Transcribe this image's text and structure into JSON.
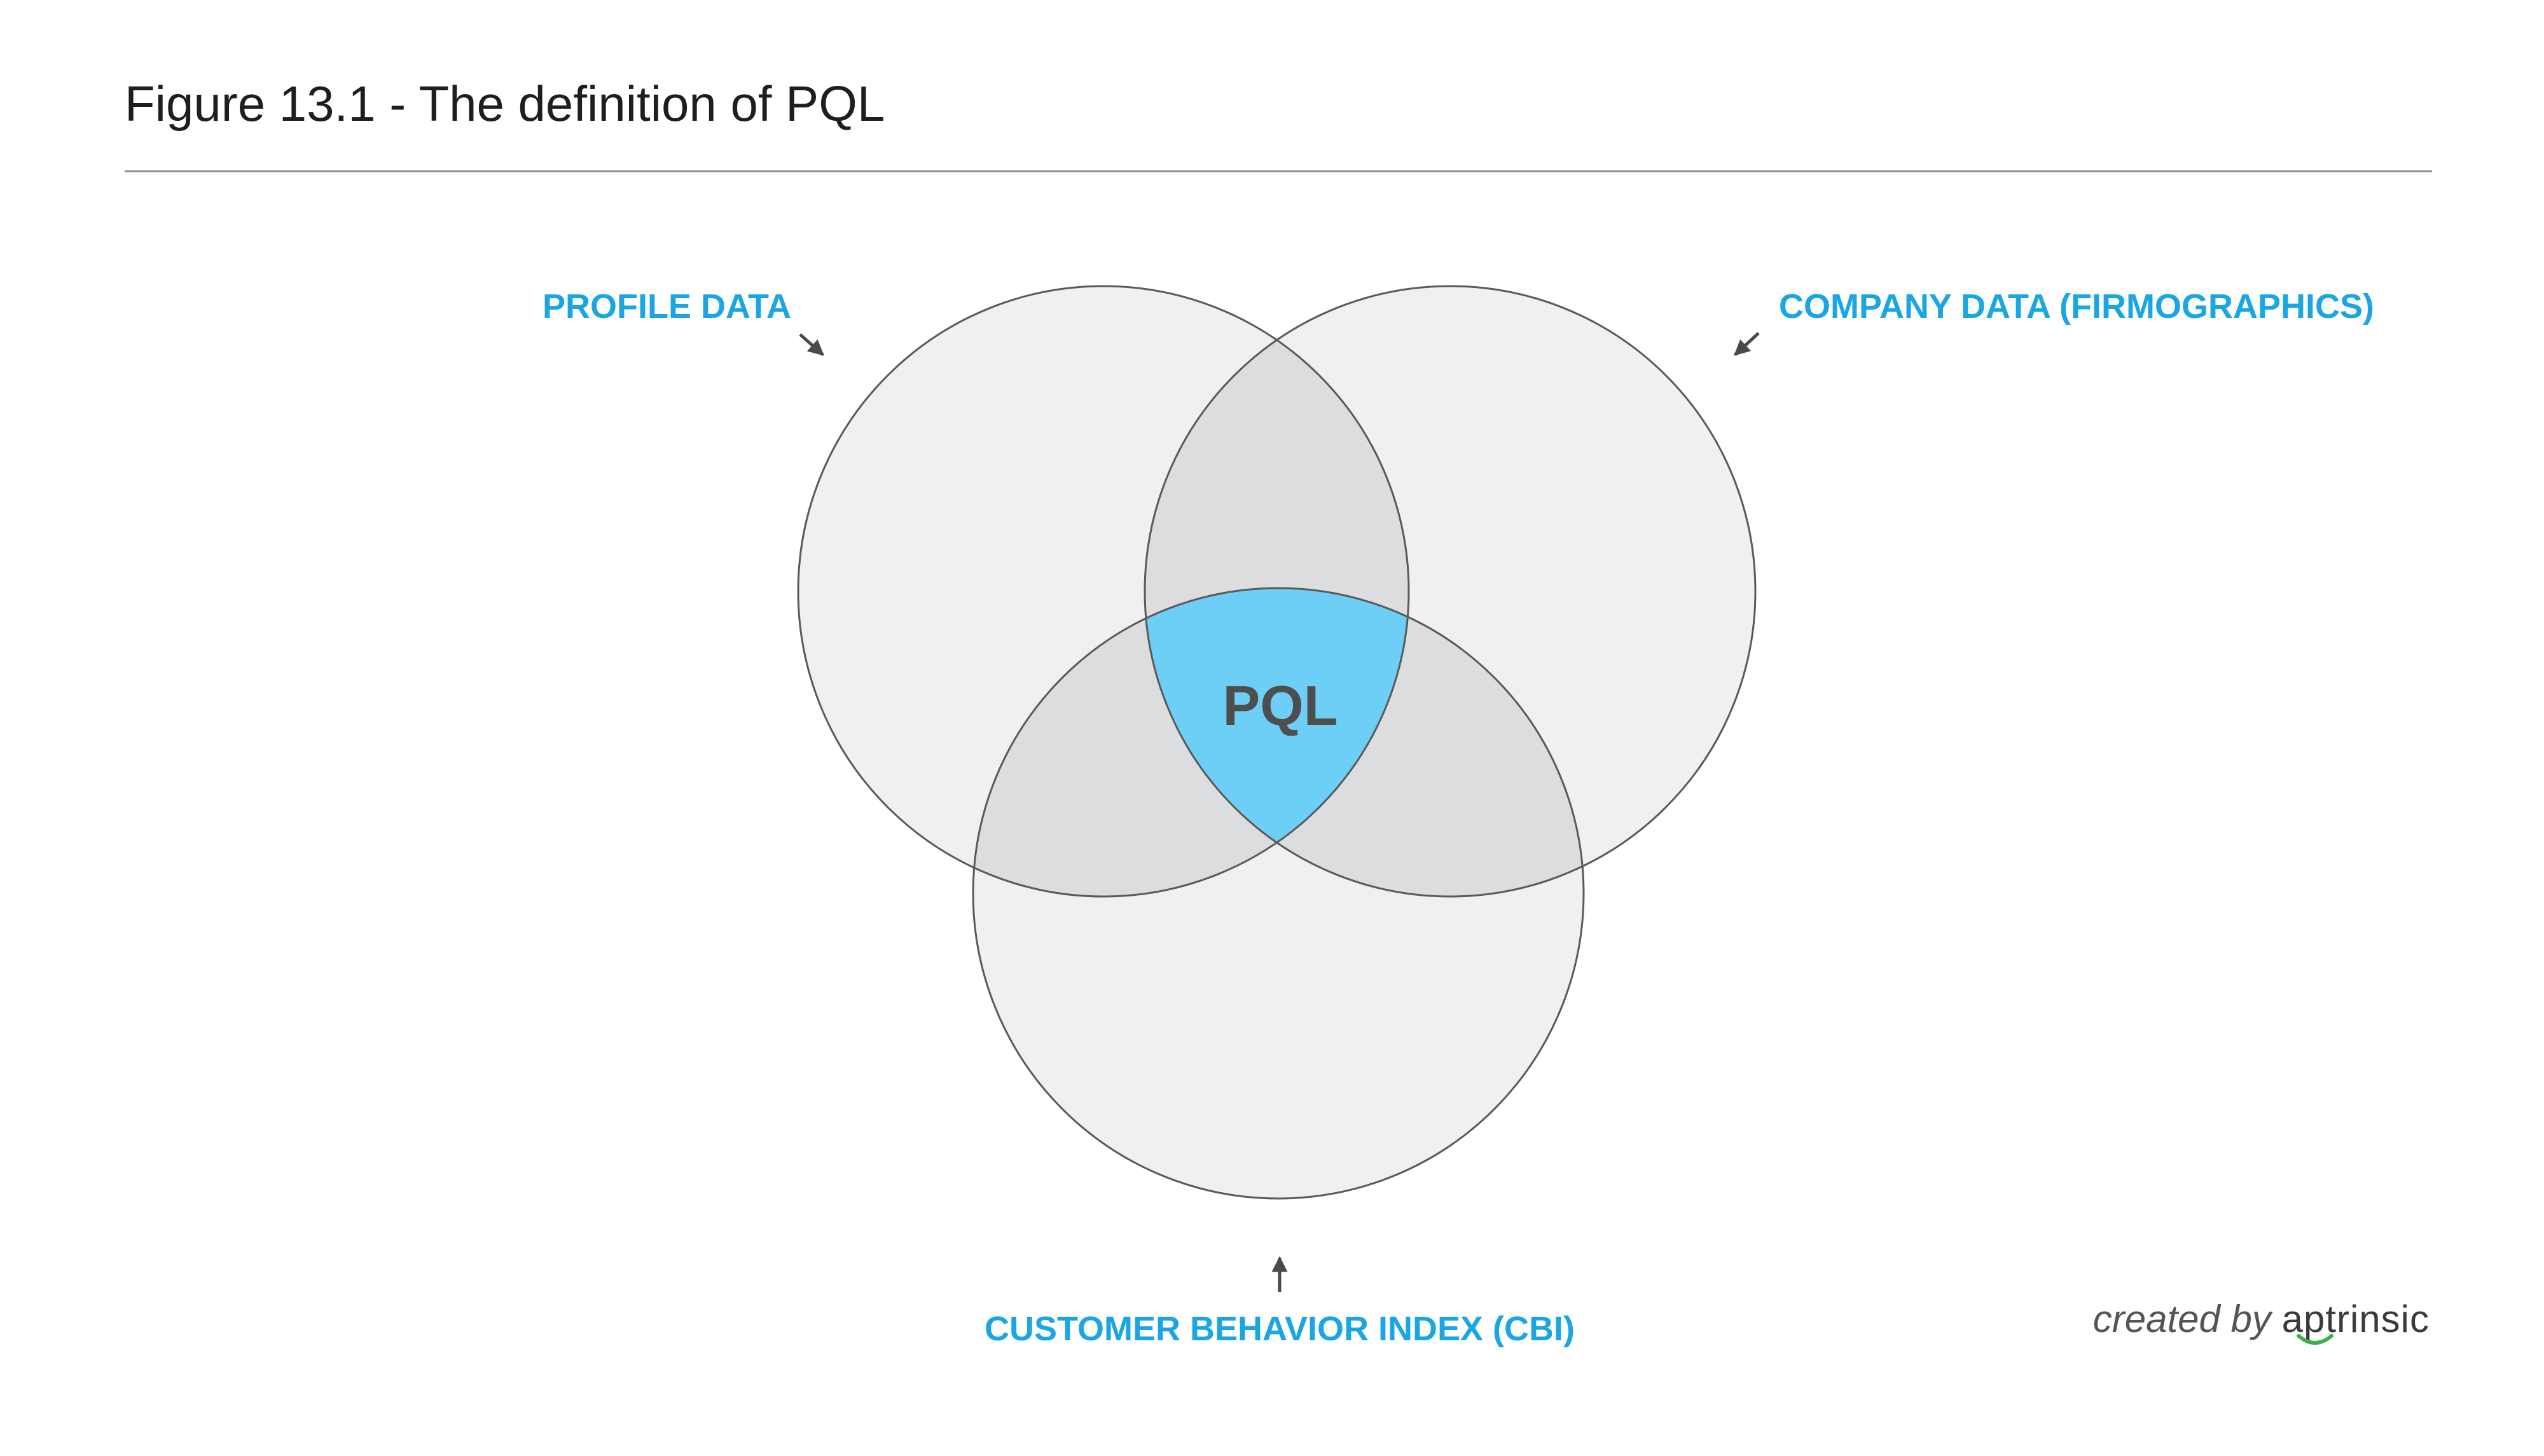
{
  "figure": {
    "title": "Figure 13.1 - The definition of PQL"
  },
  "venn": {
    "circles": [
      {
        "label": "PROFILE DATA"
      },
      {
        "label": "COMPANY DATA (FIRMOGRAPHICS)"
      },
      {
        "label": "CUSTOMER BEHAVIOR INDEX (CBI)"
      }
    ],
    "center_label": "PQL",
    "colors": {
      "circle_fill": "#f0f0f0",
      "pair_overlap_fill": "#dcdddf",
      "center_overlap_fill": "#6dcff5",
      "outline": "#5a5a5a",
      "label": "#1aa6e2",
      "arrow": "#4a4a4a"
    }
  },
  "credit": {
    "prefix": "created by",
    "brand": "aptrinsic",
    "brand_accent_color": "#3fae49"
  }
}
